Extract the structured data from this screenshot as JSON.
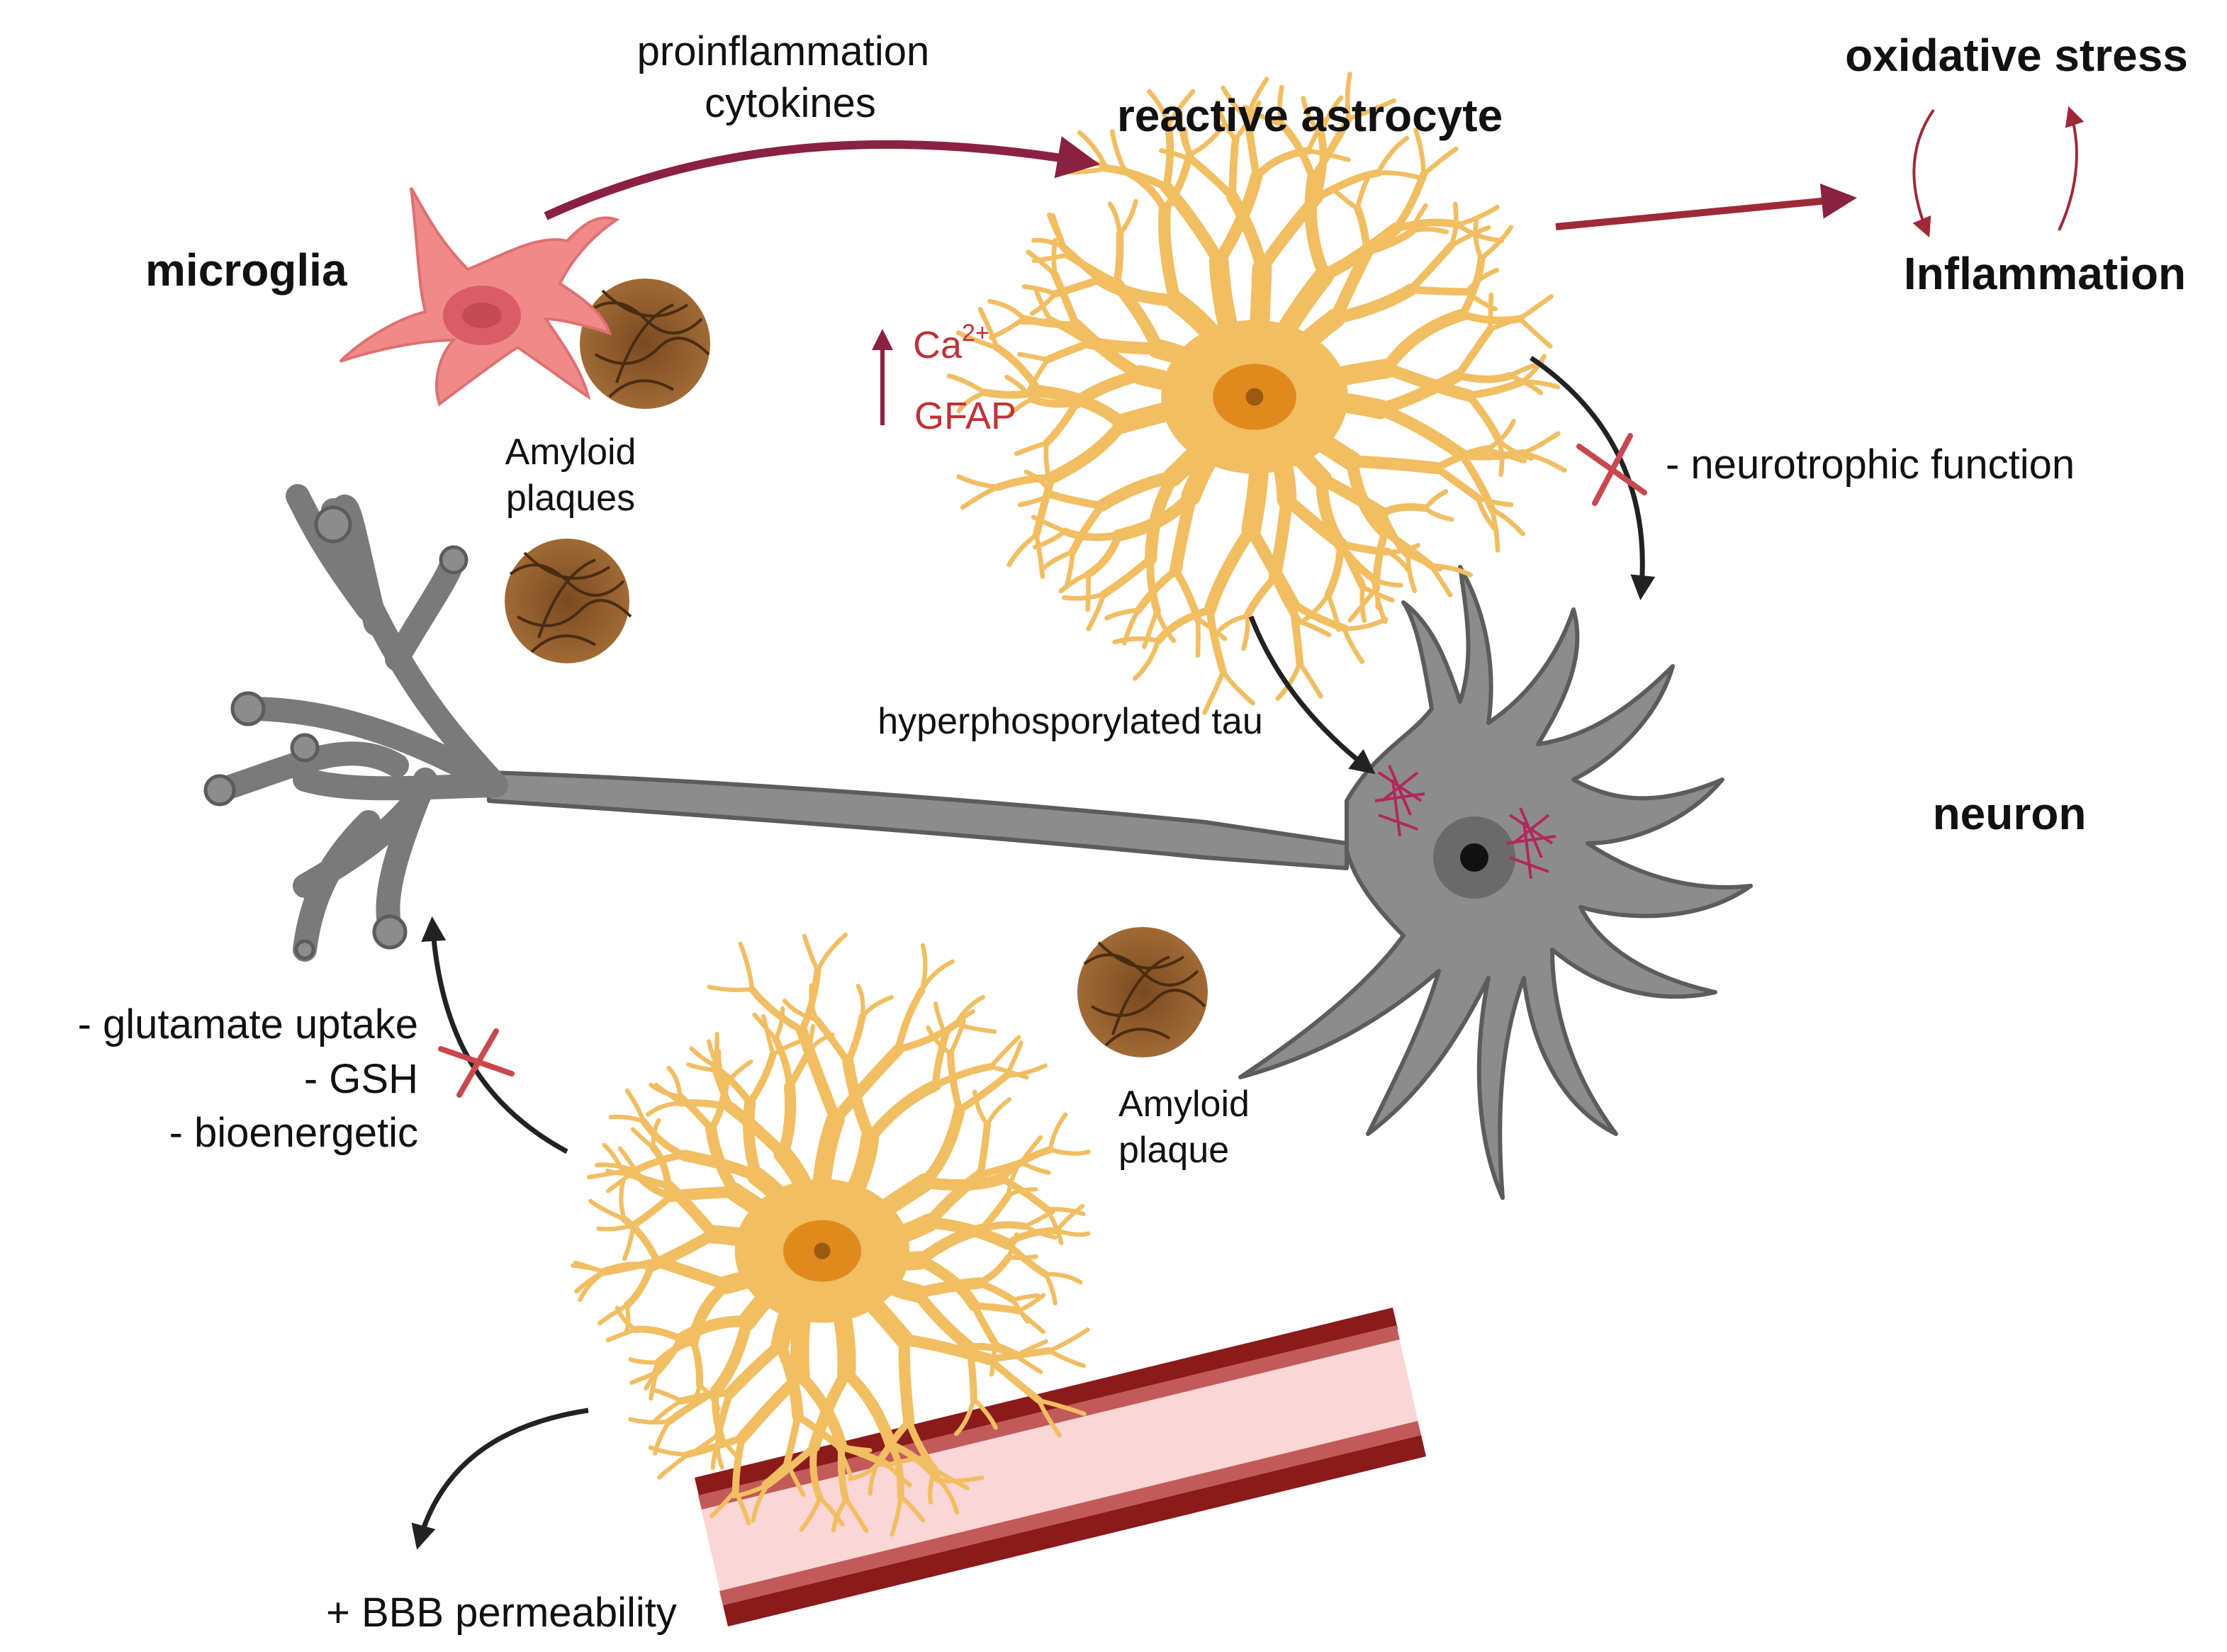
{
  "labels": {
    "microglia": "microglia",
    "proinflammation_line1": "proinflammation",
    "proinflammation_line2": "cytokines",
    "reactive_astrocyte": "reactive astrocyte",
    "oxidative_stress": "oxidative stress",
    "inflammation": "Inflammation",
    "ca": "Ca",
    "ca_sup": "2+",
    "gfap": "GFAP",
    "amyloid_plaques_line1": "Amyloid",
    "amyloid_plaques_line2": "plaques",
    "neurotrophic": "- neurotrophic function",
    "hyperphos_tau": "hyperphosporylated tau",
    "neuron": "neuron",
    "glutamate_uptake": "- glutamate uptake",
    "gsh": "- GSH",
    "bioenergetic": "- bioenergetic",
    "amyloid_plaque_line1": "Amyloid",
    "amyloid_plaque_line2": "plaque",
    "bbb": "+ BBB permeability"
  },
  "colors": {
    "astrocyte": "#f2be62",
    "astrocyte_stroke": "#d9993a",
    "astrocyte_nucleus": "#e08a1e",
    "microglia": "#f08a8a",
    "microglia_nucleus": "#d95c66",
    "neuron": "#8c8c8c",
    "neuron_stroke": "#5c5c5c",
    "plaque": "#8a5a2b",
    "tau": "#b0295a",
    "arrow_red": "#9e2a38",
    "arrow_dark": "#222222",
    "inhibit_x": "#c8484e",
    "vessel_wall": "#8b1a1a",
    "vessel_lumen": "#fbd6d6",
    "label_red": "#c0313a"
  }
}
